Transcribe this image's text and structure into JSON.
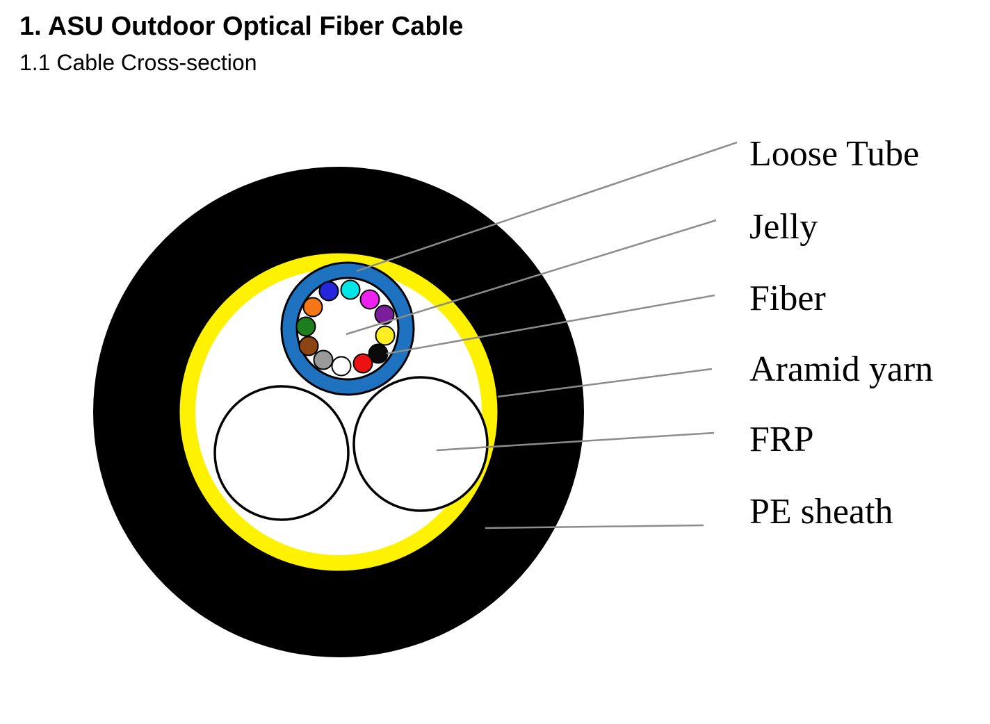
{
  "page": {
    "title": "1. ASU Outdoor Optical Fiber Cable",
    "subtitle": "1.1 Cable Cross-section"
  },
  "diagram": {
    "labels": {
      "loose_tube": "Loose Tube",
      "jelly": "Jelly",
      "fiber": "Fiber",
      "aramid_yarn": "Aramid yarn",
      "frp": "FRP",
      "pe_sheath": "PE sheath"
    },
    "colors": {
      "pe_sheath": "#000000",
      "aramid_yarn": "#FFF200",
      "inner_fill": "#FFFFFF",
      "loose_tube": "#1E72C0",
      "jelly_fill": "#FFFFFF",
      "frp_fill": "#FFFFFF",
      "outline": "#000000",
      "leader_line": "#8C8C8C"
    },
    "fibers": [
      {
        "name": "cyan",
        "color": "#00E5E5"
      },
      {
        "name": "magenta",
        "color": "#EE22EE"
      },
      {
        "name": "purple",
        "color": "#7A1F99"
      },
      {
        "name": "yellow",
        "color": "#FFEE22"
      },
      {
        "name": "black",
        "color": "#0A0A0A"
      },
      {
        "name": "red",
        "color": "#EE1111"
      },
      {
        "name": "white",
        "color": "#FFFFFF"
      },
      {
        "name": "gray",
        "color": "#9A9A9A"
      },
      {
        "name": "brown",
        "color": "#8B4513"
      },
      {
        "name": "green",
        "color": "#1E7D1E"
      },
      {
        "name": "orange",
        "color": "#F57615"
      },
      {
        "name": "blue",
        "color": "#2626DB"
      }
    ]
  }
}
